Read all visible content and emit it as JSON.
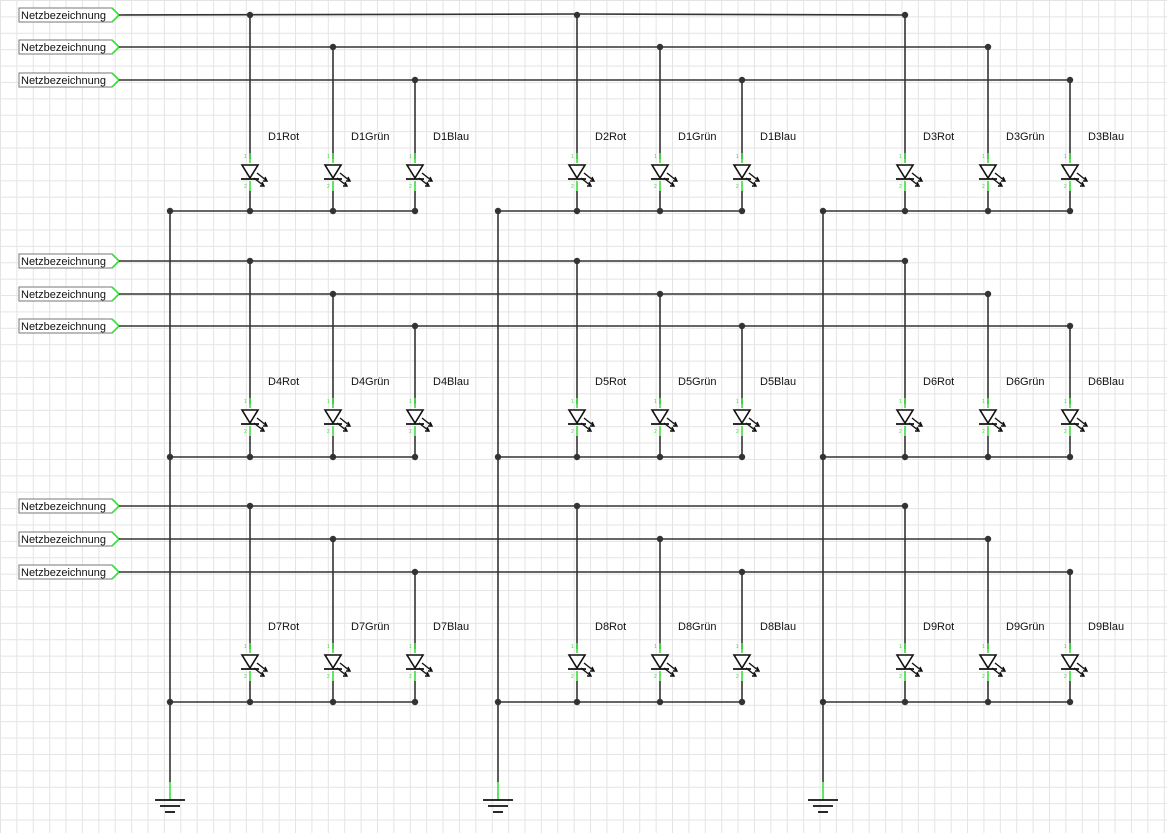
{
  "net_label_text": "Netzbezeichnung",
  "net_labels": [
    "Netzbezeichnung",
    "Netzbezeichnung",
    "Netzbezeichnung",
    "Netzbezeichnung",
    "Netzbezeichnung",
    "Netzbezeichnung",
    "Netzbezeichnung",
    "Netzbezeichnung",
    "Netzbezeichnung"
  ],
  "led_rows": [
    [
      [
        "D1Rot",
        "D1Grün",
        "D1Blau"
      ],
      [
        "D2Rot",
        "D1Grün",
        "D1Blau"
      ],
      [
        "D3Rot",
        "D3Grün",
        "D3Blau"
      ]
    ],
    [
      [
        "D4Rot",
        "D4Grün",
        "D4Blau"
      ],
      [
        "D5Rot",
        "D5Grün",
        "D5Blau"
      ],
      [
        "D6Rot",
        "D6Grün",
        "D6Blau"
      ]
    ],
    [
      [
        "D7Rot",
        "D7Grün",
        "D7Blau"
      ],
      [
        "D8Rot",
        "D8Grün",
        "D8Blau"
      ],
      [
        "D9Rot",
        "D9Grün",
        "D9Blau"
      ]
    ]
  ],
  "pin_numbers": [
    "1",
    "2"
  ],
  "colors": {
    "wire": "#333333",
    "pin": "#3ddc3d",
    "grid": "#e4e4e4"
  }
}
